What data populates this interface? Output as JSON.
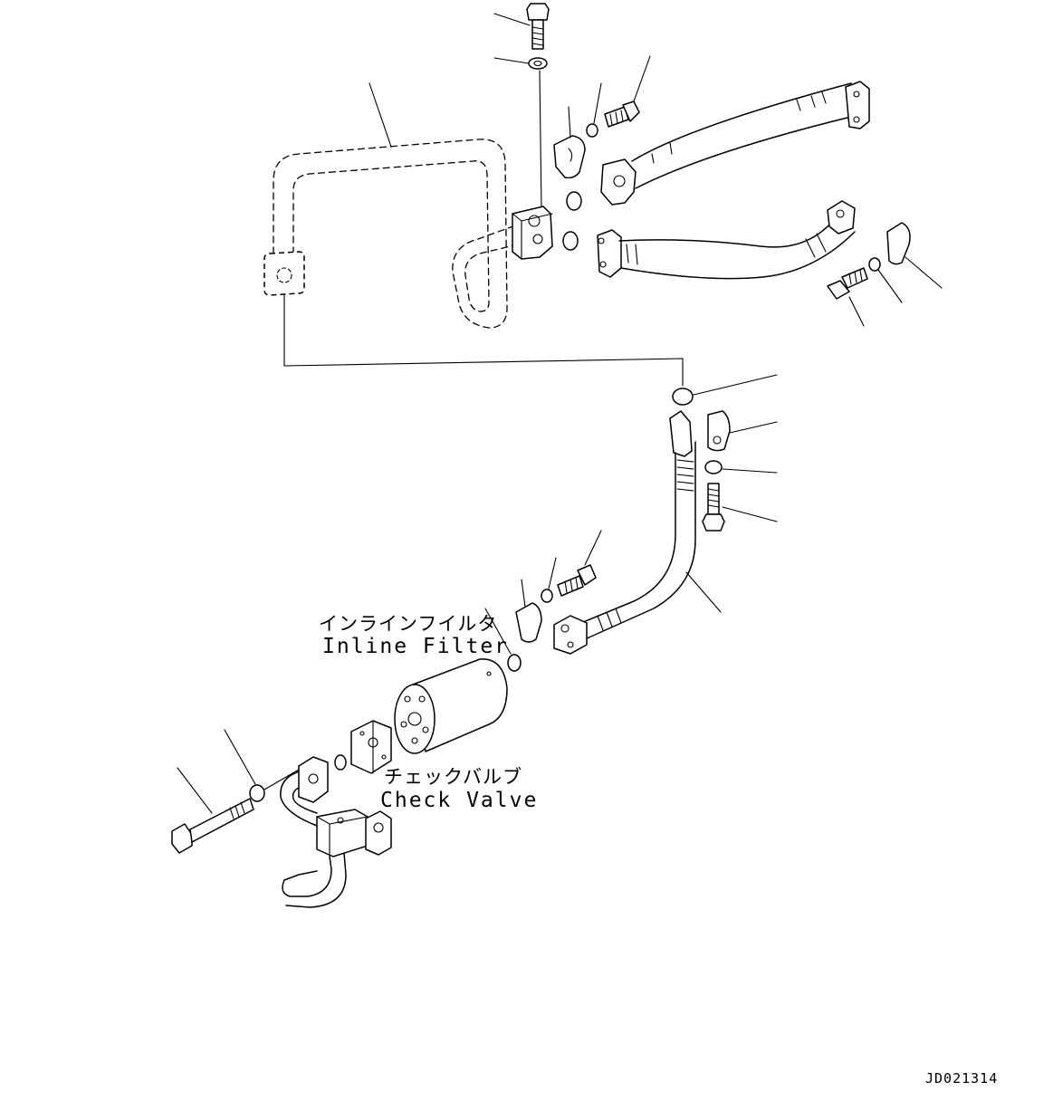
{
  "labels": {
    "inline_filter_jp": "インラインフイルタ",
    "inline_filter_en": "Inline Filter",
    "check_valve_jp": "チェックバルブ",
    "check_valve_en": "Check Valve",
    "drawing_code": "JD021314"
  }
}
